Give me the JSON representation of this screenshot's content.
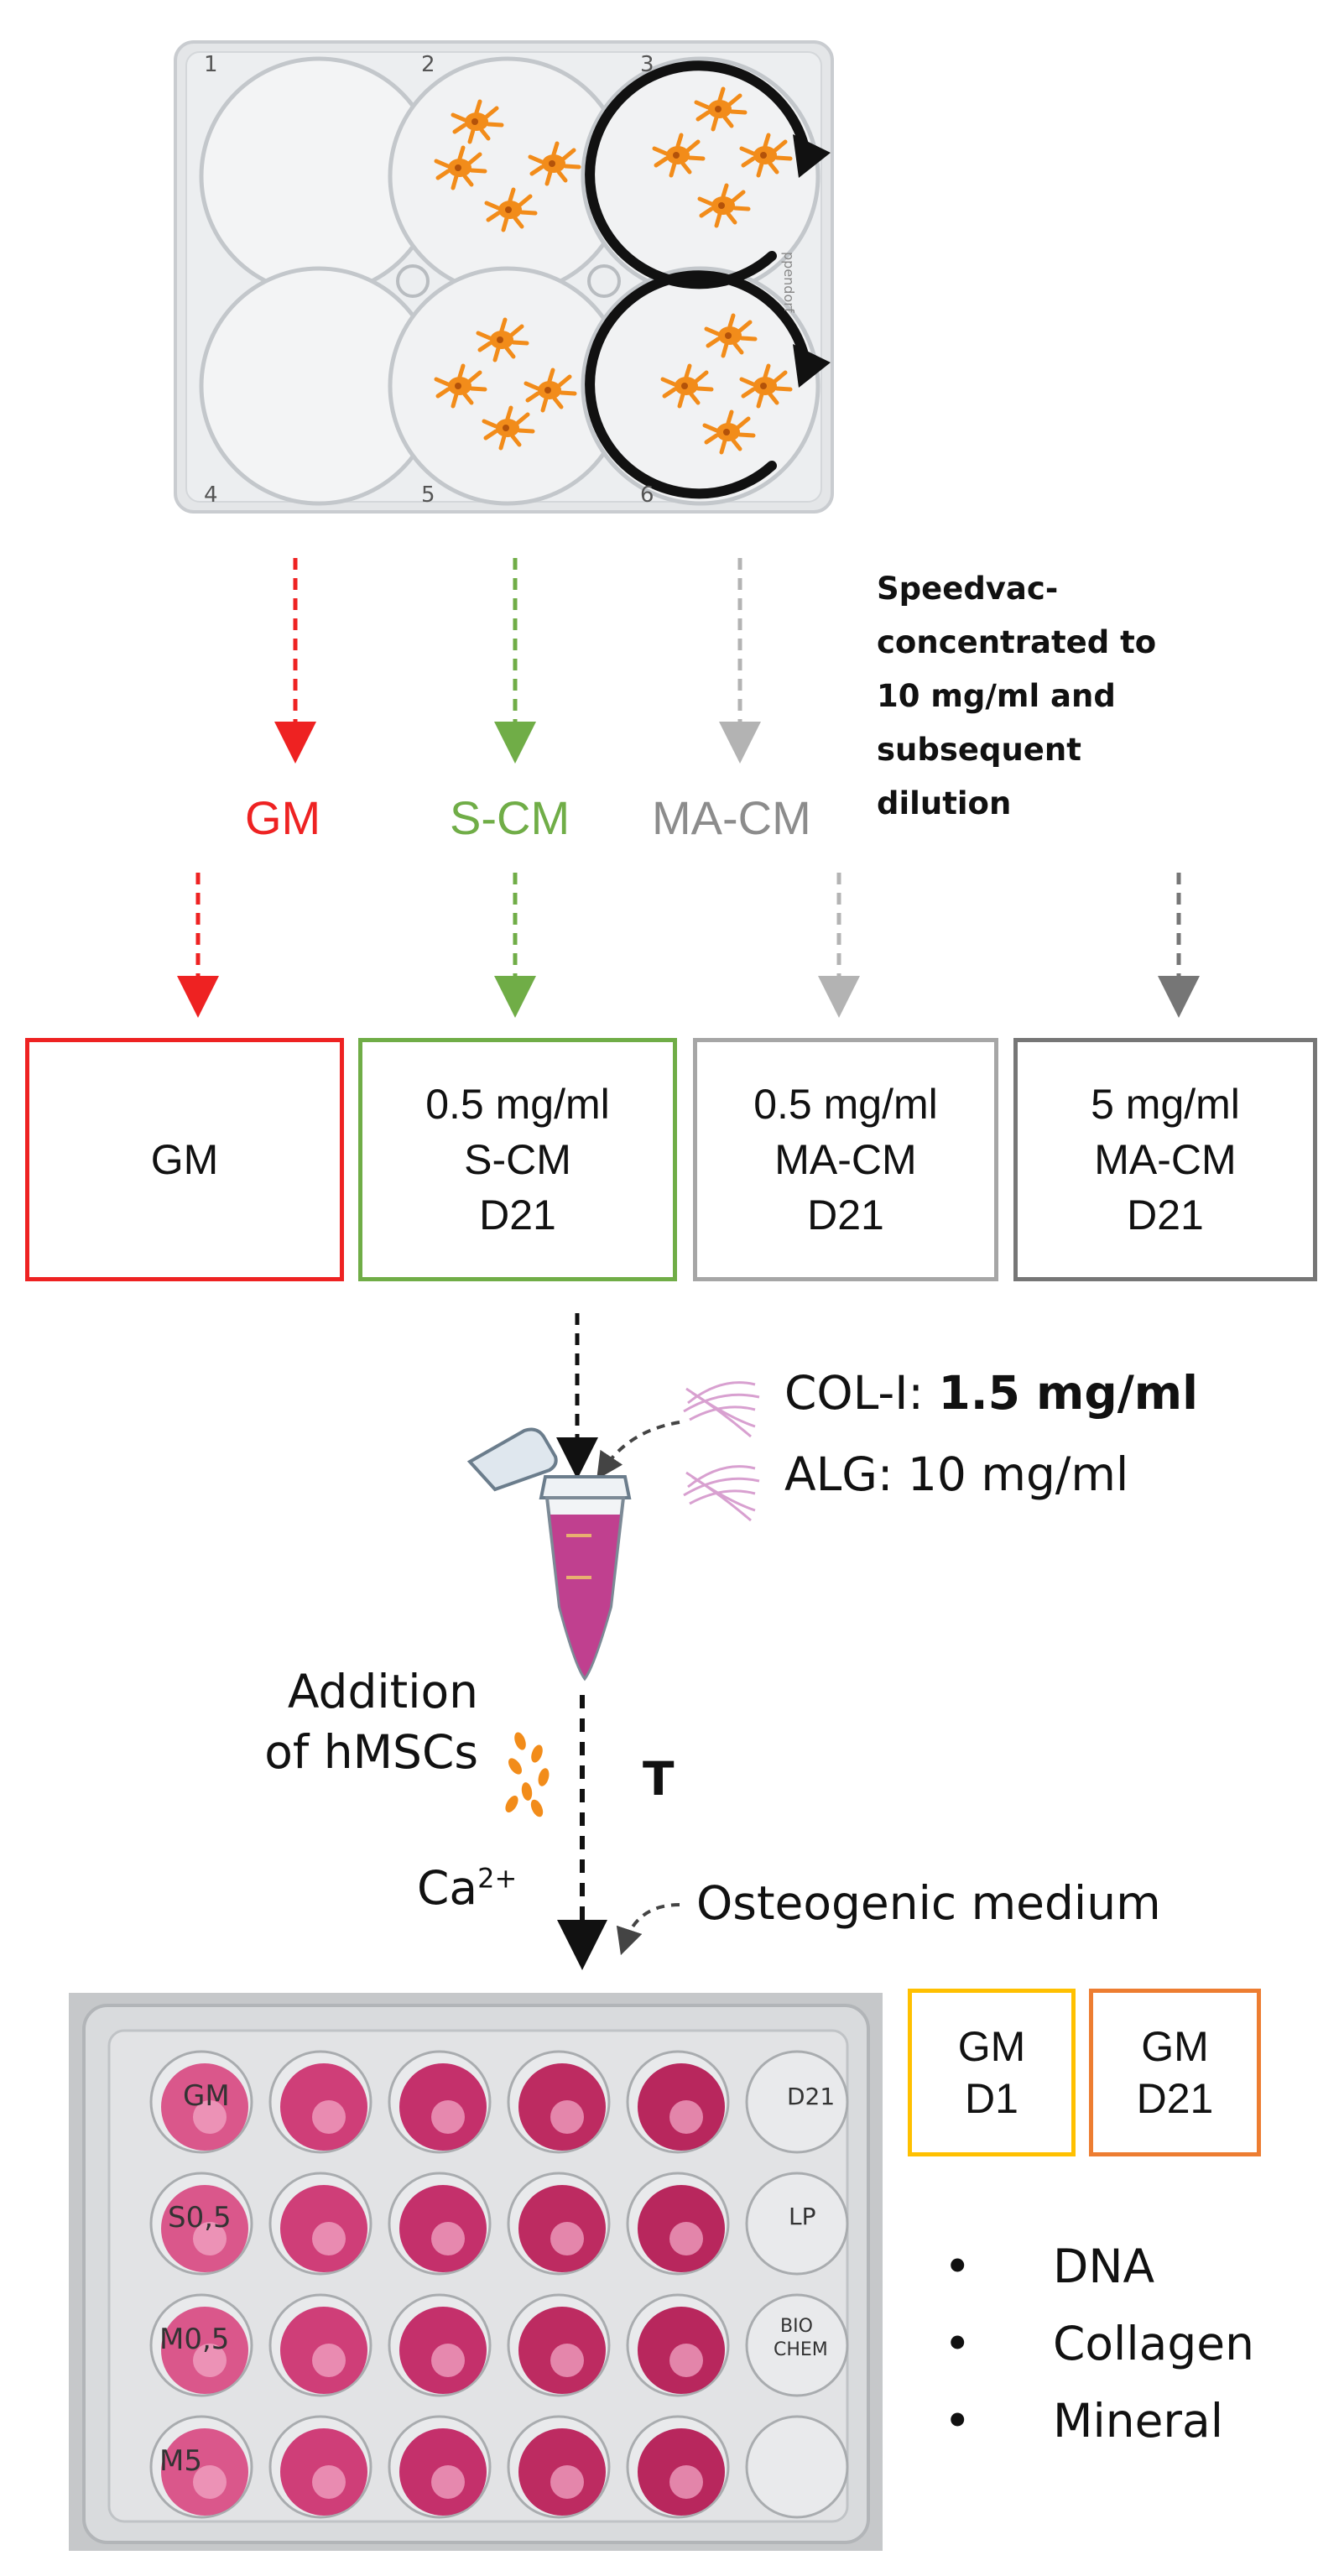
{
  "plate6": {
    "well_numbers": [
      "1",
      "2",
      "3",
      "4",
      "5",
      "6"
    ],
    "brand": "ppendorf"
  },
  "note": [
    "Speedvac-",
    "concentrated to",
    "10 mg/ml and",
    "subsequent",
    "dilution"
  ],
  "media": {
    "gm": "GM",
    "scm": "S-CM",
    "macm": "MA-CM"
  },
  "conditions": [
    {
      "lines": [
        "GM"
      ],
      "color": "#ee2222"
    },
    {
      "lines": [
        "0.5 mg/ml",
        "S-CM",
        "D21"
      ],
      "color": "#70ad47"
    },
    {
      "lines": [
        "0.5 mg/ml",
        "MA-CM",
        "D21"
      ],
      "color": "#a6a6a6"
    },
    {
      "lines": [
        "5 mg/ml",
        "MA-CM",
        "D21"
      ],
      "color": "#767676"
    }
  ],
  "hydrogel": {
    "col_label": "COL-I: ",
    "col_value": "1.5 mg/ml",
    "alg": "ALG: 10 mg/ml"
  },
  "addition": [
    "Addition",
    "of hMSCs"
  ],
  "t_label": "T",
  "ca": {
    "base": "Ca",
    "sup": "2+"
  },
  "osteogenic": "Osteogenic medium",
  "plate24": {
    "labels": [
      "GM",
      "S0,5",
      "M0,5",
      "M5",
      "D21",
      "LP",
      "BIO",
      "CHEM"
    ]
  },
  "controls": [
    {
      "lines": [
        "GM",
        "D1"
      ],
      "color": "#ffc000"
    },
    {
      "lines": [
        "GM",
        "D21"
      ],
      "color": "#ed7d31"
    }
  ],
  "analyses": [
    "DNA",
    "Collagen",
    "Mineral"
  ],
  "bullet": "•",
  "colors": {
    "red": "#ee2222",
    "green": "#70ad47",
    "grey_light": "#b3b3b3",
    "grey_dark": "#767676",
    "cells": "#f28c1a",
    "hydrogel": "#c0408f",
    "pink_well": "#d62b73",
    "yellow": "#ffc000",
    "orange": "#ed7d31"
  },
  "icons": [
    "rotation-arrow-icon",
    "cell-icon",
    "eppendorf-tube-icon",
    "fiber-icon",
    "cells-icon"
  ]
}
